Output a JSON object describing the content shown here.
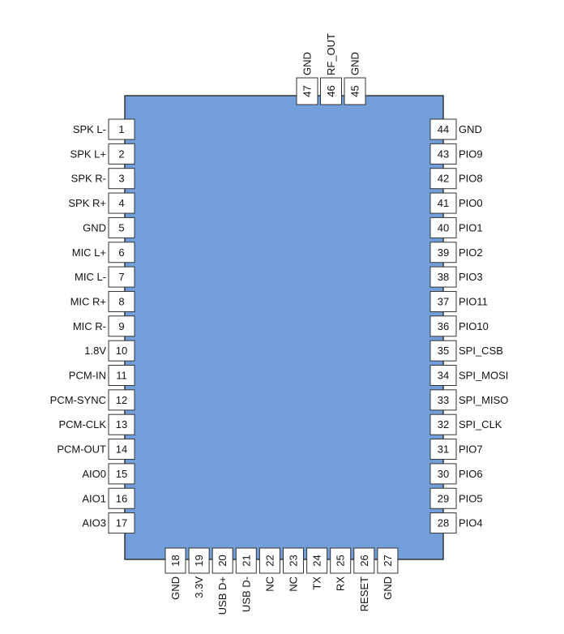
{
  "colors": {
    "chip_body": "#729fda",
    "chip_border": "#333333",
    "pin_fill": "#ffffff"
  },
  "left_pins": [
    {
      "number": "1",
      "label": "SPK L-"
    },
    {
      "number": "2",
      "label": "SPK L+"
    },
    {
      "number": "3",
      "label": "SPK R-"
    },
    {
      "number": "4",
      "label": "SPK R+"
    },
    {
      "number": "5",
      "label": "GND"
    },
    {
      "number": "6",
      "label": "MIC L+"
    },
    {
      "number": "7",
      "label": "MIC L-"
    },
    {
      "number": "8",
      "label": "MIC R+"
    },
    {
      "number": "9",
      "label": "MIC R-"
    },
    {
      "number": "10",
      "label": "1.8V"
    },
    {
      "number": "11",
      "label": "PCM-IN"
    },
    {
      "number": "12",
      "label": "PCM-SYNC"
    },
    {
      "number": "13",
      "label": "PCM-CLK"
    },
    {
      "number": "14",
      "label": "PCM-OUT"
    },
    {
      "number": "15",
      "label": "AIO0"
    },
    {
      "number": "16",
      "label": "AIO1"
    },
    {
      "number": "17",
      "label": "AIO3"
    }
  ],
  "right_pins": [
    {
      "number": "44",
      "label": "GND"
    },
    {
      "number": "43",
      "label": "PIO9"
    },
    {
      "number": "42",
      "label": "PIO8"
    },
    {
      "number": "41",
      "label": "PIO0"
    },
    {
      "number": "40",
      "label": "PIO1"
    },
    {
      "number": "39",
      "label": "PIO2"
    },
    {
      "number": "38",
      "label": "PIO3"
    },
    {
      "number": "37",
      "label": "PIO11"
    },
    {
      "number": "36",
      "label": "PIO10"
    },
    {
      "number": "35",
      "label": "SPI_CSB"
    },
    {
      "number": "34",
      "label": "SPI_MOSI"
    },
    {
      "number": "33",
      "label": "SPI_MISO"
    },
    {
      "number": "32",
      "label": "SPI_CLK"
    },
    {
      "number": "31",
      "label": "PIO7"
    },
    {
      "number": "30",
      "label": "PIO6"
    },
    {
      "number": "29",
      "label": "PIO5"
    },
    {
      "number": "28",
      "label": "PIO4"
    }
  ],
  "top_pins": [
    {
      "number": "47",
      "label": "GND"
    },
    {
      "number": "46",
      "label": "RF_OUT"
    },
    {
      "number": "45",
      "label": "GND"
    }
  ],
  "bottom_pins": [
    {
      "number": "18",
      "label": "GND"
    },
    {
      "number": "19",
      "label": "3.3V"
    },
    {
      "number": "20",
      "label": "USB D+"
    },
    {
      "number": "21",
      "label": "USB D-"
    },
    {
      "number": "22",
      "label": "NC"
    },
    {
      "number": "23",
      "label": "NC"
    },
    {
      "number": "24",
      "label": "TX"
    },
    {
      "number": "25",
      "label": "RX"
    },
    {
      "number": "26",
      "label": "RESET"
    },
    {
      "number": "27",
      "label": "GND"
    }
  ]
}
